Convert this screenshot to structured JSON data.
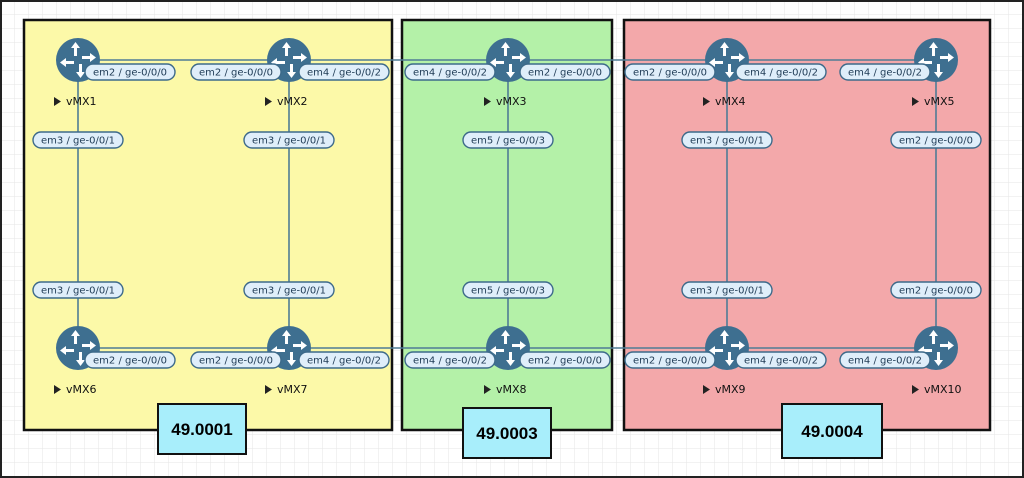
{
  "diagram": {
    "colors": {
      "area1": "#fcf9a8",
      "area3": "#b4f1a8",
      "area4": "#f3a8aa",
      "router": "#3e6f90",
      "link": "#4f7c95",
      "if_fill": "#dfeefa",
      "if_stroke": "#3d6a8a",
      "area_label_bg": "#a8eefb"
    },
    "areas": [
      {
        "id": "a1",
        "label": "49.0001"
      },
      {
        "id": "a3",
        "label": "49.0003"
      },
      {
        "id": "a4",
        "label": "49.0004"
      }
    ],
    "routers": [
      {
        "id": "r1",
        "name": "vMX1"
      },
      {
        "id": "r2",
        "name": "vMX2"
      },
      {
        "id": "r3",
        "name": "vMX3"
      },
      {
        "id": "r4",
        "name": "vMX4"
      },
      {
        "id": "r5",
        "name": "vMX5"
      },
      {
        "id": "r6",
        "name": "vMX6"
      },
      {
        "id": "r7",
        "name": "vMX7"
      },
      {
        "id": "r8",
        "name": "vMX8"
      },
      {
        "id": "r9",
        "name": "vMX9"
      },
      {
        "id": "r10",
        "name": "vMX10"
      }
    ],
    "interfaces": [
      "em2 / ge-0/0/0",
      "em2 / ge-0/0/0",
      "em4 / ge-0/0/2",
      "em4 / ge-0/0/2",
      "em2 / ge-0/0/0",
      "em2 / ge-0/0/0",
      "em4 / ge-0/0/2",
      "em4 / ge-0/0/2",
      "em2 / ge-0/0/0",
      "em2 / ge-0/0/0",
      "em4 / ge-0/0/2",
      "em4 / ge-0/0/2",
      "em2 / ge-0/0/0",
      "em2 / ge-0/0/0",
      "em4 / ge-0/0/2",
      "em4 / ge-0/0/2",
      "em3 / ge-0/0/1",
      "em3 / ge-0/0/1",
      "em3 / ge-0/0/1",
      "em3 / ge-0/0/1",
      "em5 / ge-0/0/3",
      "em5 / ge-0/0/3",
      "em3 / ge-0/0/1",
      "em3 / ge-0/0/1",
      "em2 / ge-0/0/0",
      "em2 / ge-0/0/0"
    ]
  }
}
